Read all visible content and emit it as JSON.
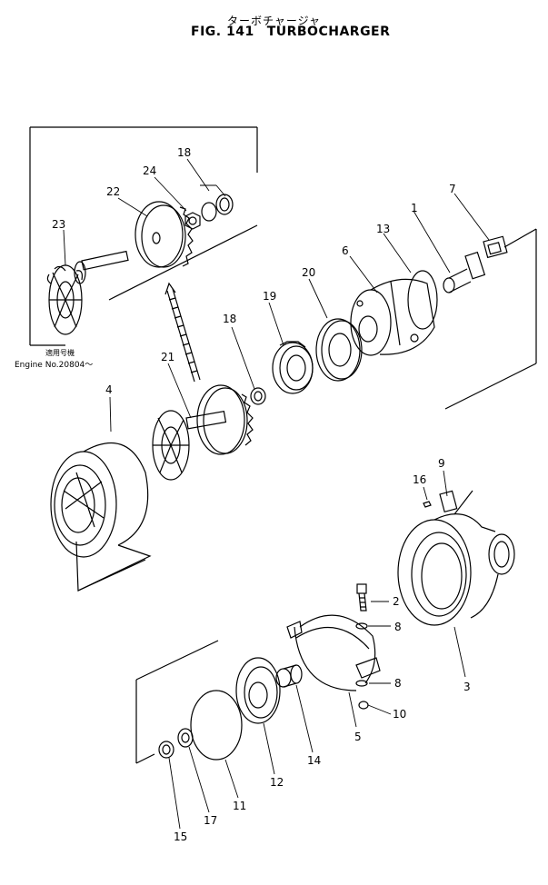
{
  "header": {
    "title_jp": "ターボチャージャ",
    "fig_number": "FIG. 141",
    "fig_name": "TURBOCHARGER"
  },
  "note": {
    "label_jp": "適用号機",
    "engine_range": "Engine No.20804～"
  },
  "callouts": [
    "1",
    "2",
    "3",
    "4",
    "5",
    "6",
    "7",
    "8",
    "8",
    "9",
    "10",
    "11",
    "12",
    "13",
    "14",
    "15",
    "16",
    "17",
    "18",
    "18",
    "19",
    "20",
    "21",
    "22",
    "23",
    "24"
  ]
}
